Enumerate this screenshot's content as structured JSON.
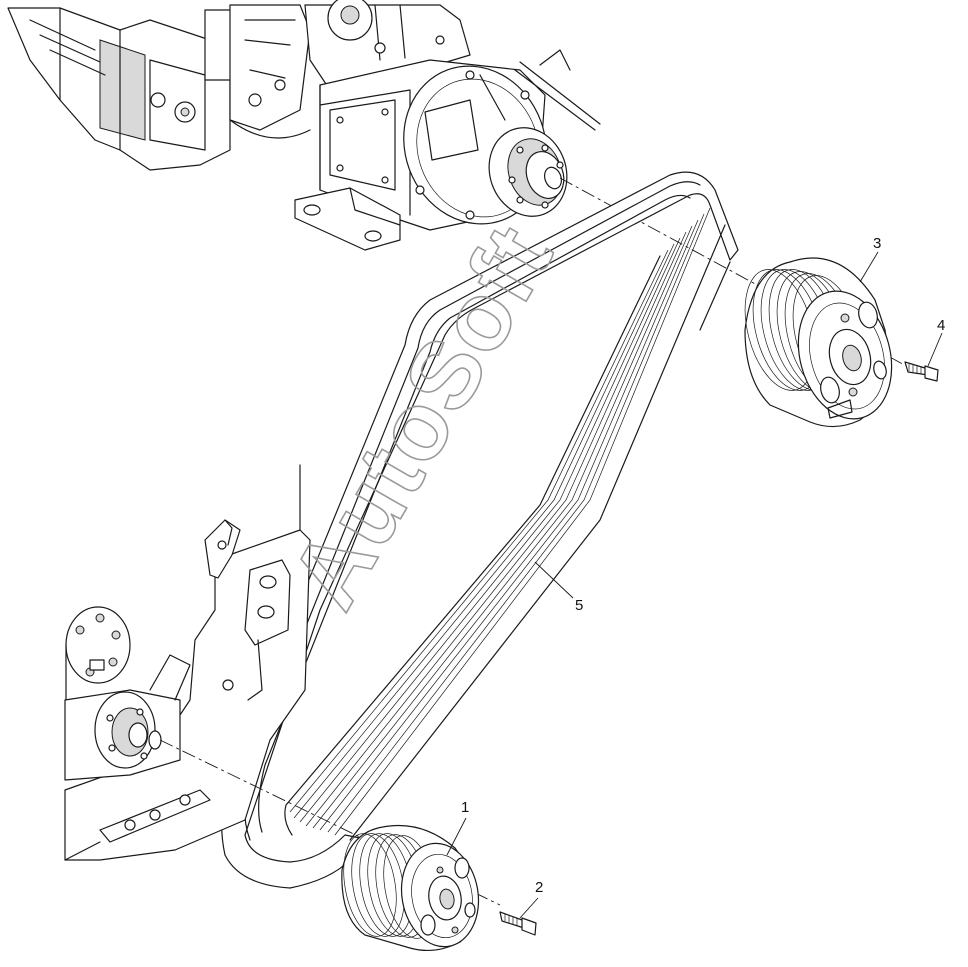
{
  "watermark": "AutoSoft",
  "callouts": [
    {
      "id": "1",
      "part": "lower-pulley"
    },
    {
      "id": "2",
      "part": "lower-pulley-bolt"
    },
    {
      "id": "3",
      "part": "upper-pulley"
    },
    {
      "id": "4",
      "part": "upper-pulley-bolt"
    },
    {
      "id": "5",
      "part": "drive-belt"
    }
  ]
}
